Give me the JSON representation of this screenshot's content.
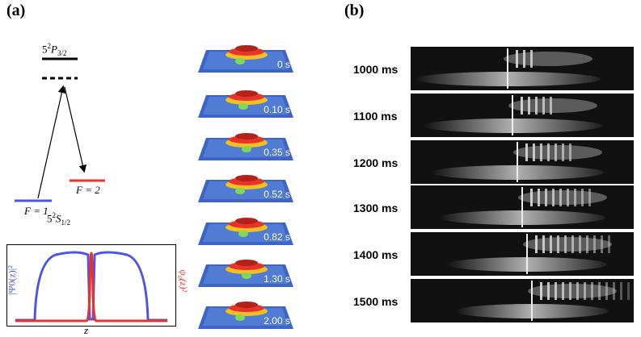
{
  "panels": {
    "a": "(a)",
    "b": "(b)"
  },
  "level_diagram": {
    "upper_state": "5",
    "upper_sup": "2",
    "upper_term": "P",
    "upper_sub": "3/2",
    "f2_label": "F = 2",
    "f1_label": "F = 1",
    "ground_state": "5",
    "ground_sup": "2",
    "ground_term": "S",
    "ground_sub": "1/2",
    "colors": {
      "f1": "#4d55e8",
      "f2": "#e8332b",
      "upper": "#000000"
    }
  },
  "density_plot": {
    "left_ylabel": "|Ψ0(z)|²",
    "right_ylabel": "(z)²",
    "right_ylabel_sub": "0",
    "right_ylabel_sup": "ψ",
    "xlabel": "z",
    "colors": {
      "wide": "#4d55e8",
      "narrow": "#e8332b"
    }
  },
  "snapshots": [
    {
      "time": "0 s"
    },
    {
      "time": "0.10 s"
    },
    {
      "time": "0.35 s"
    },
    {
      "time": "0.52 s"
    },
    {
      "time": "0.82 s"
    },
    {
      "time": "1.30 s"
    },
    {
      "time": "2.00 s"
    }
  ],
  "images": [
    {
      "label": "1000 ms"
    },
    {
      "label": "1100 ms"
    },
    {
      "label": "1200 ms"
    },
    {
      "label": "1300 ms"
    },
    {
      "label": "1400 ms"
    },
    {
      "label": "1500 ms"
    }
  ]
}
